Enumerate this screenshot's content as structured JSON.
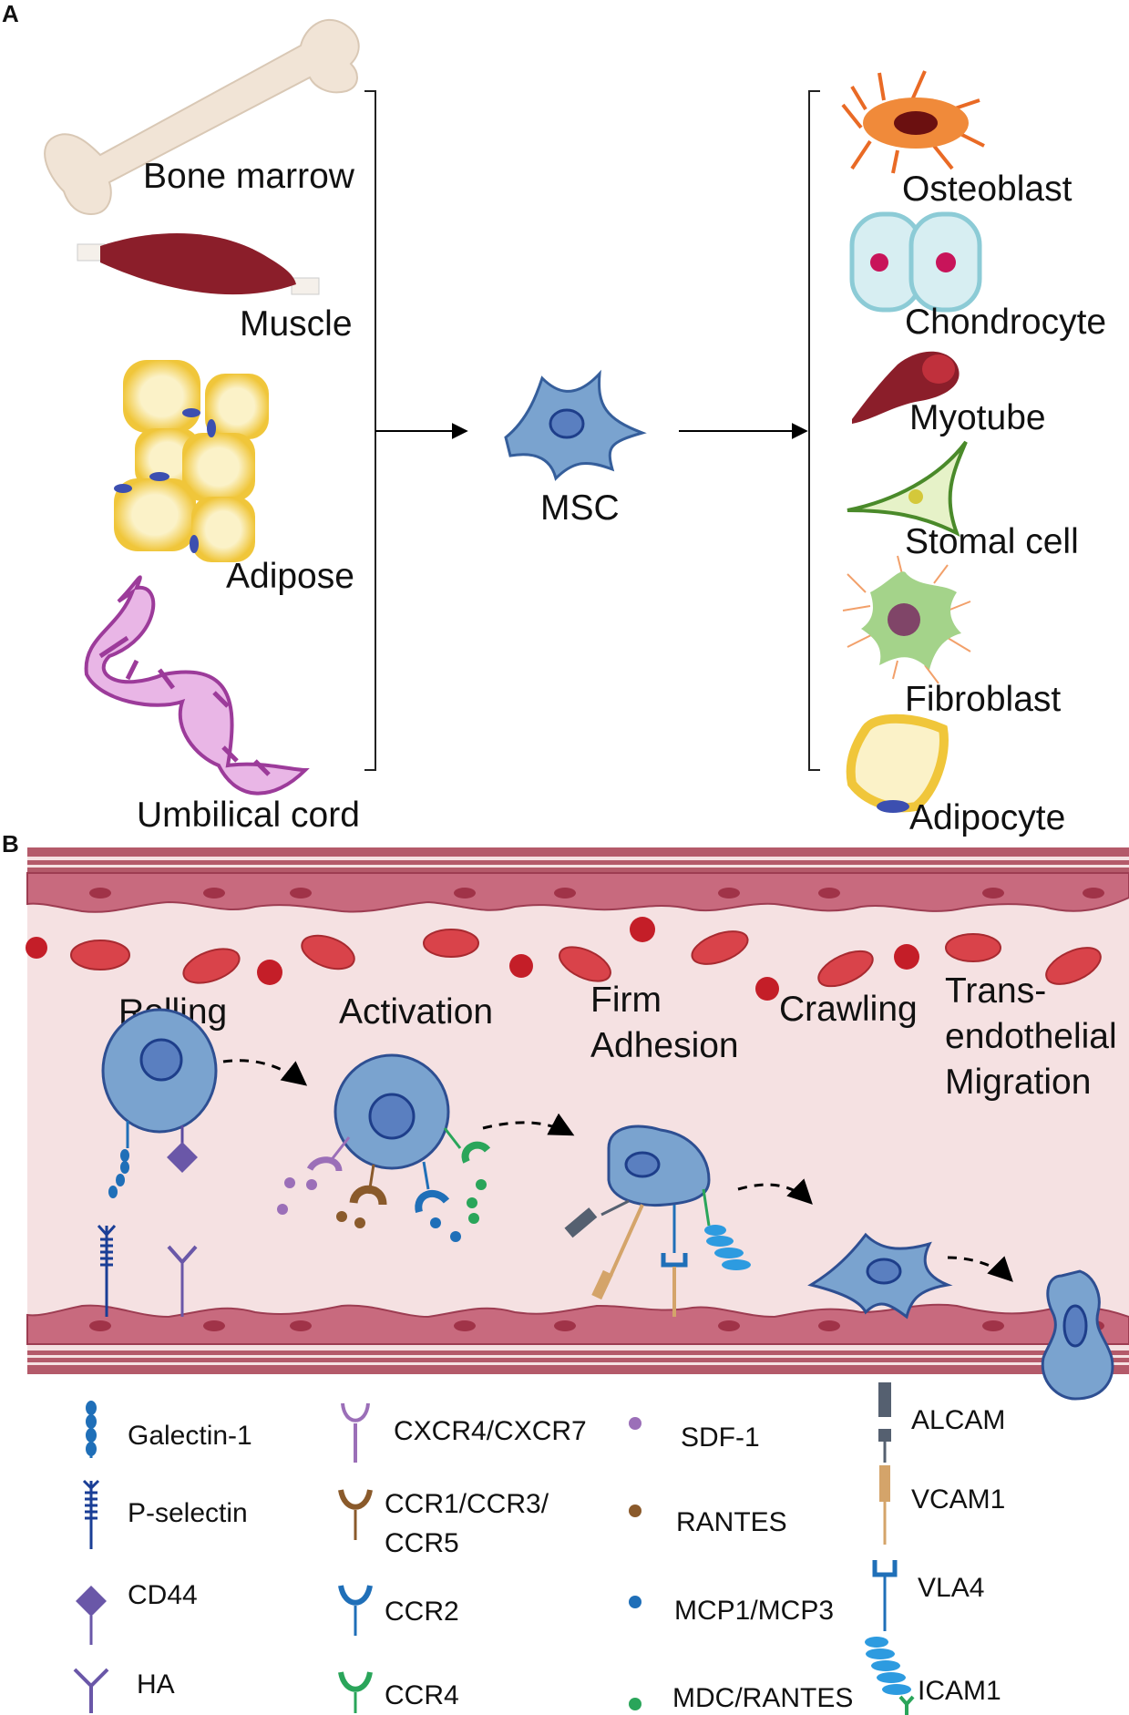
{
  "panel_a": {
    "tag": "A",
    "sources": [
      "Bone marrow",
      "Muscle",
      "Adipose",
      "Umbilical cord"
    ],
    "center": "MSC",
    "targets": [
      "Osteoblast",
      "Chondrocyte",
      "Myotube",
      "Stomal cell",
      "Fibroblast",
      "Adipocyte"
    ]
  },
  "panel_b": {
    "tag": "B",
    "steps": [
      "Rolling",
      "Activation",
      "Firm",
      "Adhesion",
      "Crawling",
      "Trans-",
      "endothelial",
      "Migration"
    ],
    "legend_col1": [
      "Galectin-1",
      "P-selectin",
      "CD44",
      "HA"
    ],
    "legend_col2": [
      "CXCR4/CXCR7",
      "CCR1/CCR3/",
      "CCR5",
      "CCR2",
      "CCR4"
    ],
    "legend_col3": [
      "SDF-1",
      "RANTES",
      "MCP1/MCP3",
      "MDC/RANTES"
    ],
    "legend_col4": [
      "ALCAM",
      "VCAM1",
      "VLA4",
      "ICAM1"
    ]
  },
  "colors": {
    "vessel_bg": "#f5e1e2",
    "vessel_wall": "#c86a7e",
    "msc": "#7aa3cf",
    "rbc": "#d9434a",
    "purple": "#9b6fb8",
    "brown": "#8a5a2b",
    "blue": "#1f6fb8",
    "green": "#2aa55a"
  }
}
